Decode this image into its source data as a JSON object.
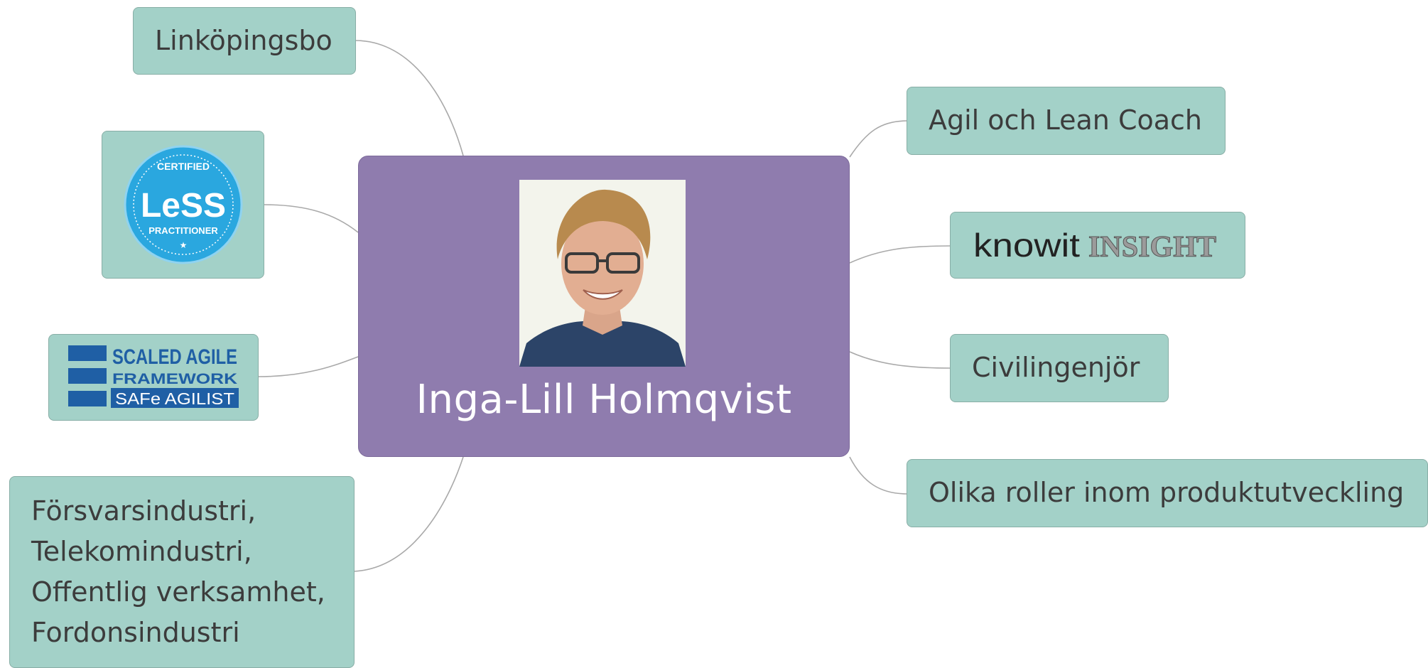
{
  "center": {
    "name": "Inga-Lill Holmqvist",
    "photo_icon": "portrait-photo"
  },
  "nodes": {
    "linkopingsbo": "Linköpingsbo",
    "agil": "Agil och Lean Coach",
    "civilingenjor": "Civilingenjör",
    "roller": "Olika roller inom produktutveckling",
    "industries": [
      "Försvarsindustri,",
      "Telekomindustri,",
      "Offentlig verksamhet,",
      "Fordonsindustri"
    ]
  },
  "logos": {
    "less": {
      "top": "CERTIFIED",
      "main": "LeSS",
      "bottom": "PRACTITIONER"
    },
    "safe": {
      "line1": "SCALED AGILE",
      "line2": "FRAMEWORK",
      "line3": "SAFe AGILIST"
    },
    "knowit": {
      "word1": "knowit",
      "word2": "INSIGHT"
    }
  },
  "colors": {
    "node_fill": "#a3d1c8",
    "center_fill": "#8f7cae",
    "link": "#a9a9a9",
    "less_blue": "#2aa7df",
    "safe_blue": "#1f5fa5"
  }
}
